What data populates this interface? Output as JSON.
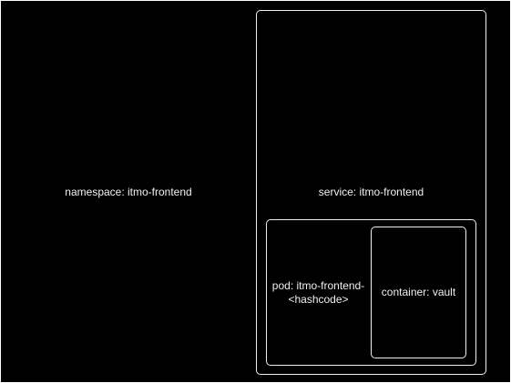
{
  "namespace": {
    "label": "namespace: itmo-frontend"
  },
  "service": {
    "label": "service: itmo-frontend"
  },
  "pod": {
    "label_line1": "pod: itmo-frontend-",
    "label_line2": "<hashcode>"
  },
  "container": {
    "label": "container: vault"
  },
  "colors": {
    "background": "#000000",
    "stroke": "#f0f0f0"
  }
}
